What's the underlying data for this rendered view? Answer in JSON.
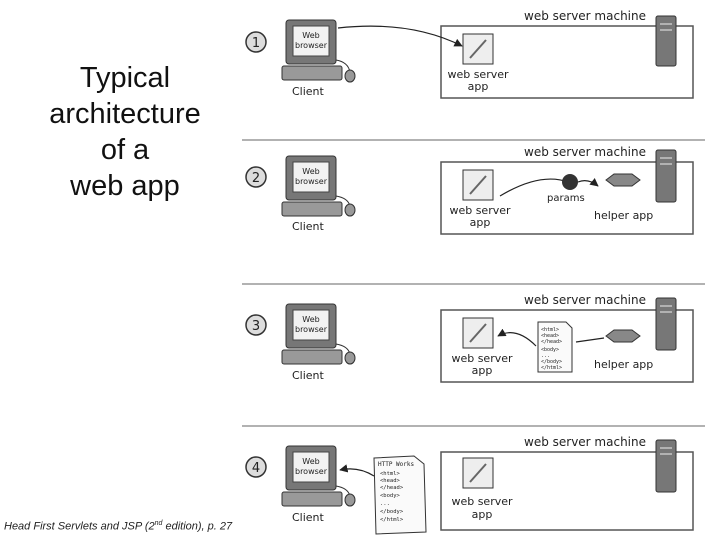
{
  "title": {
    "lines": [
      "Typical",
      "architecture",
      "of a",
      "web app"
    ]
  },
  "citation": {
    "before": "Head First Servlets and JSP (2",
    "sup": "nd",
    "after": " edition), p. 27"
  },
  "labels": {
    "browser_line1": "Web",
    "browser_line2": "browser",
    "client": "Client",
    "server_machine": "web server machine",
    "server_app_line1": "web server",
    "server_app_line2": "app",
    "params": "params",
    "helper_app": "helper app"
  },
  "steps": [
    {
      "number": "1"
    },
    {
      "number": "2"
    },
    {
      "number": "3"
    },
    {
      "number": "4"
    }
  ],
  "html_doc_lines": [
    "<html>",
    "<head>",
    "</head>",
    "<body>",
    "...",
    "</body>",
    "</html>"
  ],
  "http_doc": {
    "header": "HTTP Works",
    "lines": [
      "<html>",
      "<head>",
      "</head>",
      "<body>",
      "...",
      "</body>",
      "</html>"
    ]
  },
  "colors": {
    "frame": "#555555",
    "monitor": "#777777",
    "ink": "#222222"
  }
}
